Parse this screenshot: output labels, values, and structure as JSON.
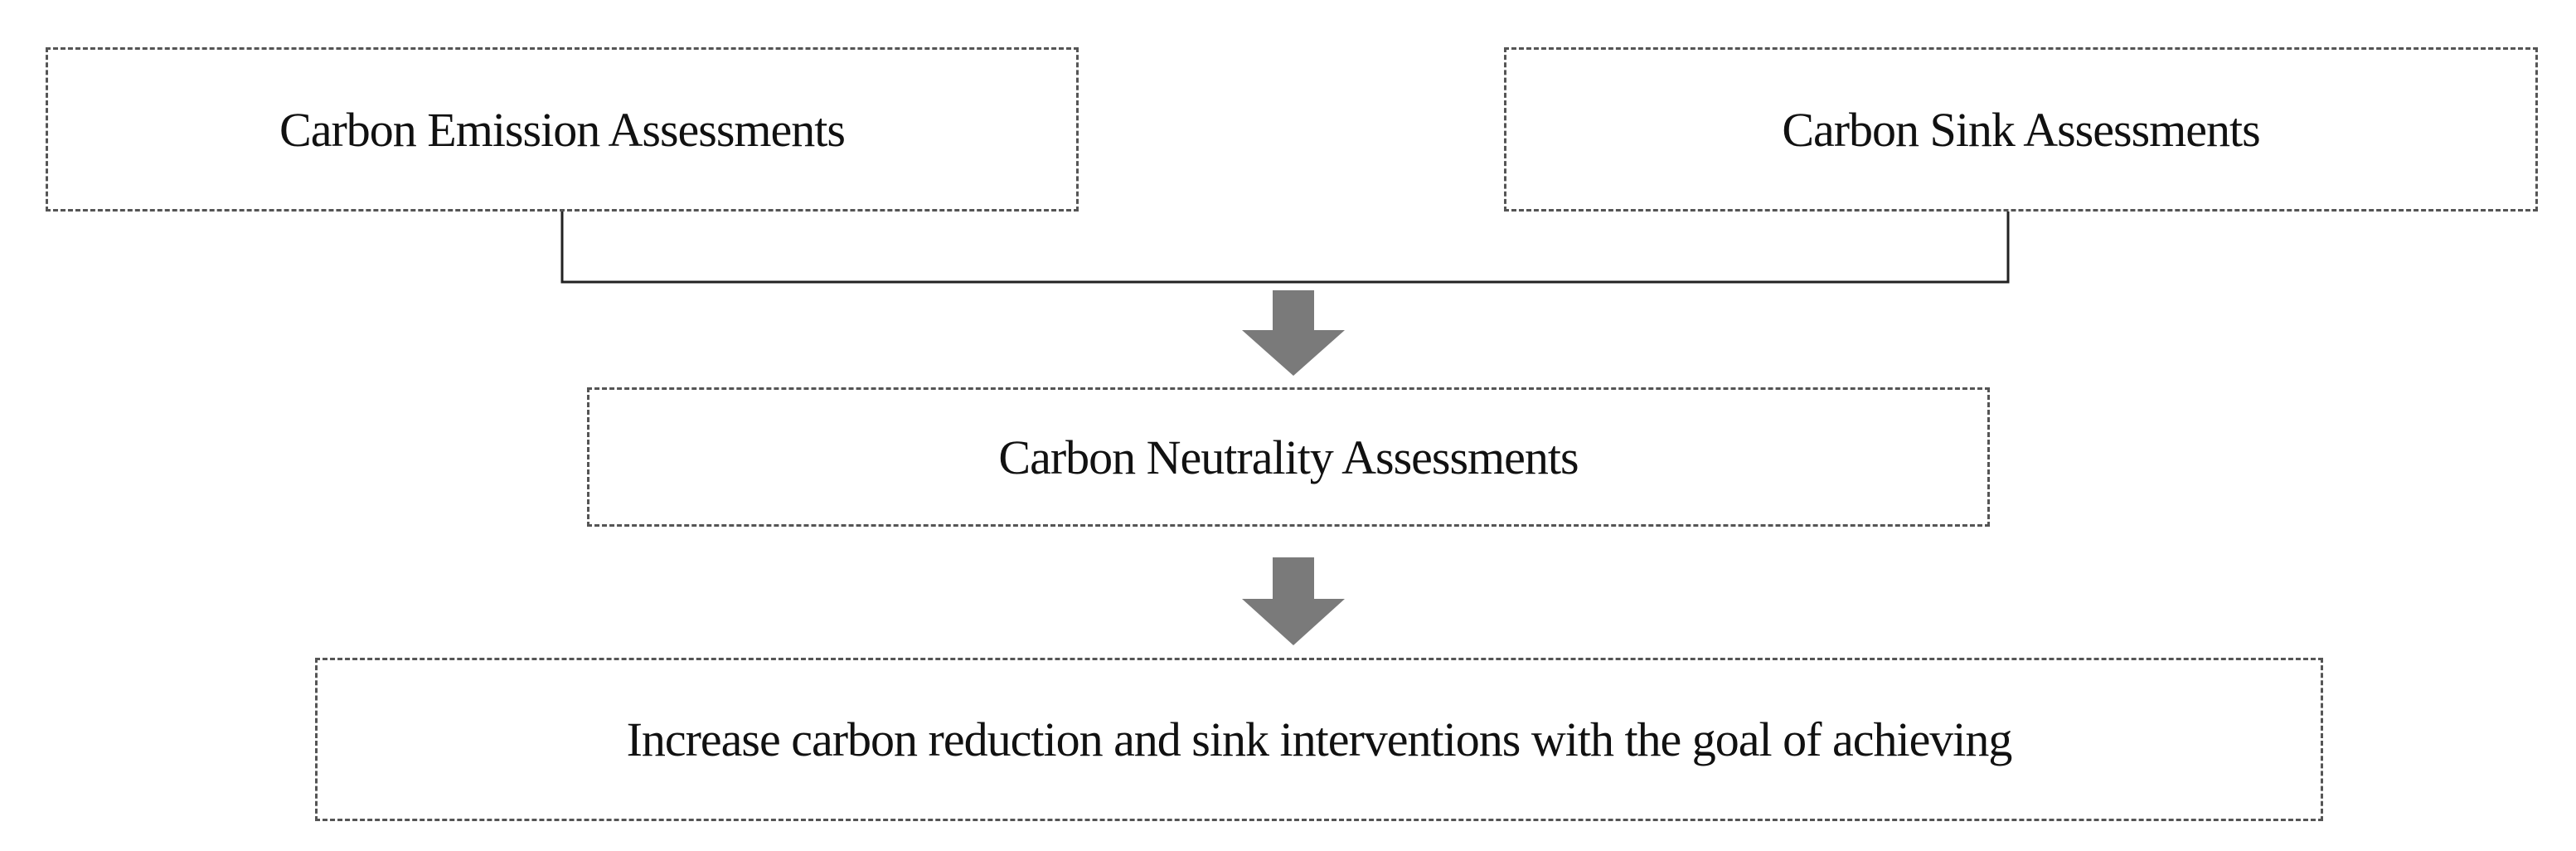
{
  "diagram": {
    "nodes": {
      "emission": "Carbon Emission Assessments",
      "sink": "Carbon Sink Assessments",
      "neutrality": "Carbon Neutrality Assessments",
      "increase": "Increase carbon reduction and sink interventions with the goal of achieving"
    },
    "edges": [
      {
        "from": "emission",
        "to": "neutrality"
      },
      {
        "from": "sink",
        "to": "neutrality"
      },
      {
        "from": "neutrality",
        "to": "increase"
      }
    ],
    "colors": {
      "box_border": "#555555",
      "connector_line": "#222222",
      "arrow_fill": "#7a7a7a",
      "text": "#111111"
    }
  }
}
